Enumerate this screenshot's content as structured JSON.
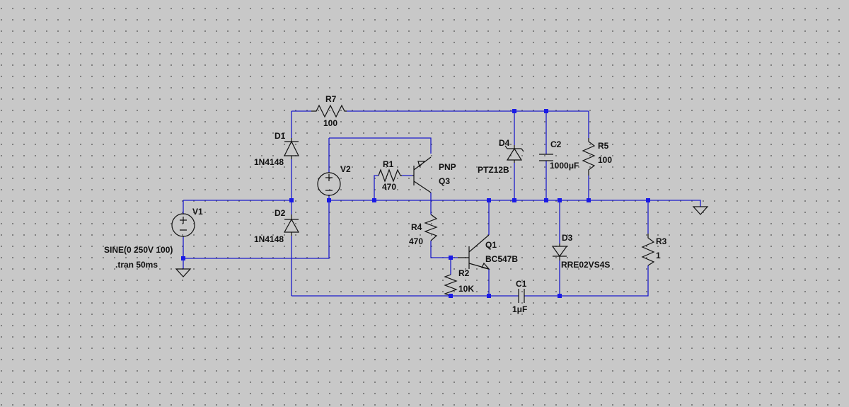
{
  "labels": {
    "R7_name": "R7",
    "R7_value": "100",
    "D1_name": "D1",
    "D1_value": "1N4148",
    "D2_name": "D2",
    "D2_value": "1N4148",
    "V1_name": "V1",
    "V1_value": "SINE(0 250V 100)",
    "tran": ".tran 50ms",
    "V2_name": "V2",
    "R1_name": "R1",
    "R1_value": "470",
    "Q3_name": "Q3",
    "Q3_value": "PNP",
    "D4_name": "D4",
    "D4_value": "PTZ12B",
    "C2_name": "C2",
    "C2_value": "1000μF",
    "R5_name": "R5",
    "R5_value": "100",
    "R4_name": "R4",
    "R4_value": "470",
    "Q1_name": "Q1",
    "Q1_value": "BC547B",
    "R2_name": "R2",
    "R2_value": "10K",
    "C1_name": "C1",
    "C1_value": "1μF",
    "D3_name": "D3",
    "D3_value": "RRE02VS4S",
    "R3_name": "R3",
    "R3_value": "1"
  },
  "colors": {
    "wire": "#1c1ccc",
    "component": "#111111",
    "background": "#c8c8c8",
    "junction": "#1a1ae6"
  }
}
